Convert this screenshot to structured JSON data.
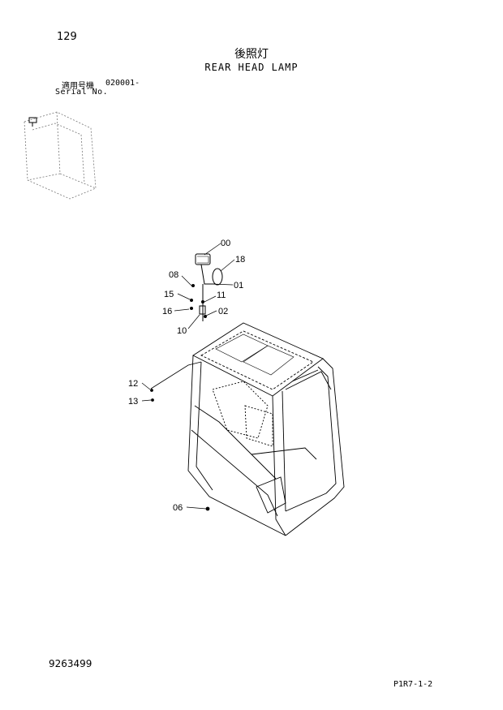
{
  "header": {
    "page_number": "129",
    "title_jp": "後照灯",
    "title_en": "REAR HEAD LAMP",
    "serial_label_jp": "適用号機",
    "serial_range": "020001-",
    "serial_label_en": "Serial No."
  },
  "callouts": [
    {
      "id": "00",
      "label": "00"
    },
    {
      "id": "18",
      "label": "18"
    },
    {
      "id": "08",
      "label": "08"
    },
    {
      "id": "01",
      "label": "01"
    },
    {
      "id": "15",
      "label": "15"
    },
    {
      "id": "11",
      "label": "11"
    },
    {
      "id": "16",
      "label": "16"
    },
    {
      "id": "02",
      "label": "02"
    },
    {
      "id": "10",
      "label": "10"
    },
    {
      "id": "12",
      "label": "12"
    },
    {
      "id": "13",
      "label": "13"
    },
    {
      "id": "06",
      "label": "06"
    }
  ],
  "footer": {
    "document_number": "9263499",
    "page_code": "P1R7-1-2"
  }
}
